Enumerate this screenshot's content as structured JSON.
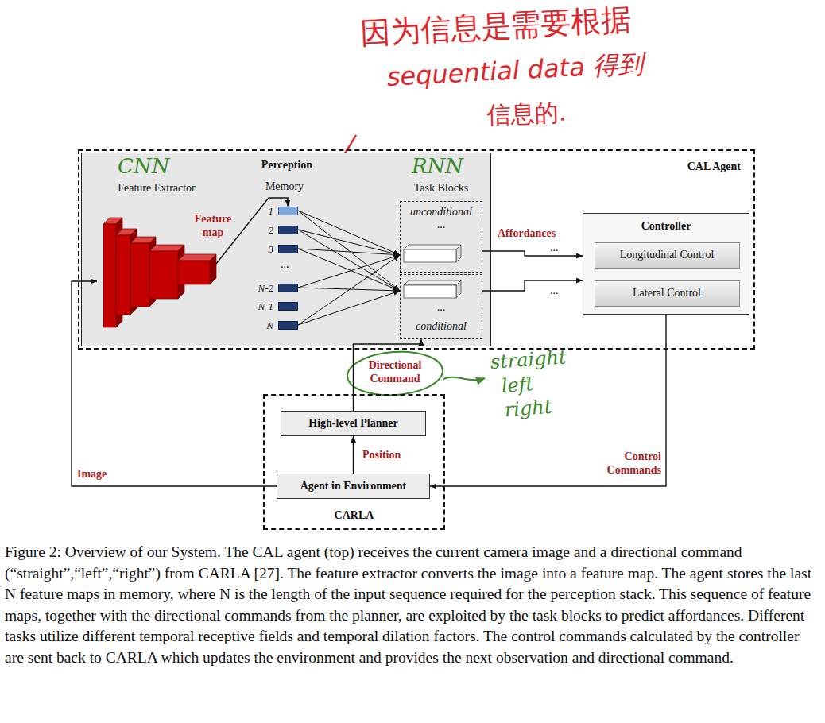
{
  "diagram": {
    "caption": "Figure 2: Overview of our System. The CAL agent (top) receives the current camera image and a directional command (“straight”,“left”,“right”) from CARLA [27]. The feature extractor converts the image into a feature map. The agent stores the last N feature maps in memory, where N is the length of the input sequence required for the perception stack. This sequence of feature maps, together with the directional commands from the planner, are exploited by the task blocks to predict affordances. Different tasks utilize different temporal receptive fields and temporal dilation factors. The control commands calculated by the controller are sent back to CARLA which updates the environment and provides the next observation and directional command.",
    "nodes": [
      {
        "text": [
          "CAL Agent"
        ]
      },
      {
        "text": [
          "Perception"
        ],
        "in": 0
      },
      {
        "text": [
          "Feature Extractor"
        ],
        "in": 1
      },
      {
        "text": [
          "Memory"
        ],
        "in": 1
      },
      {
        "text": [
          "1"
        ],
        "in": 3
      },
      {
        "text": [
          "2"
        ],
        "in": 3
      },
      {
        "text": [
          "3"
        ],
        "in": 3
      },
      {
        "text": [
          "N-2"
        ],
        "in": 3
      },
      {
        "text": [
          "N-1"
        ],
        "in": 3
      },
      {
        "text": [
          "N"
        ],
        "in": 3
      },
      {
        "text": [
          "Task Blocks"
        ],
        "in": 1
      },
      {
        "text": [
          "unconditional",
          "..."
        ],
        "in": 10
      },
      {
        "text": [
          "...",
          "conditional"
        ],
        "in": 10
      },
      {
        "text": [
          "Controller"
        ],
        "in": 0
      },
      {
        "text": [
          "Longitudinal Control"
        ],
        "in": 13
      },
      {
        "text": [
          "Lateral Control"
        ],
        "in": 13
      },
      {
        "text": [
          "CARLA"
        ]
      },
      {
        "text": [
          "High-level Planner"
        ],
        "in": 16
      },
      {
        "text": [
          "Agent in Environment"
        ],
        "in": 16
      }
    ],
    "edges": [
      {
        "from": 2,
        "to": 4,
        "label": "Feature map",
        "arrow": "to"
      },
      {
        "from": 4,
        "to": 11,
        "arrow": "to"
      },
      {
        "from": 4,
        "to": 12,
        "arrow": "to"
      },
      {
        "from": 5,
        "to": 11,
        "arrow": "to"
      },
      {
        "from": 5,
        "to": 12,
        "arrow": "to"
      },
      {
        "from": 6,
        "to": 11,
        "arrow": "to"
      },
      {
        "from": 6,
        "to": 12,
        "arrow": "to"
      },
      {
        "from": 7,
        "to": 11,
        "arrow": "to"
      },
      {
        "from": 7,
        "to": 12,
        "arrow": "to"
      },
      {
        "from": 9,
        "to": 11,
        "arrow": "to"
      },
      {
        "from": 9,
        "to": 12,
        "arrow": "to"
      },
      {
        "from": 11,
        "to": 13,
        "arrow": "to"
      },
      {
        "from": 12,
        "to": 13,
        "arrow": "to"
      },
      {
        "from": 17,
        "to": 12,
        "label": "Directional Command",
        "arrow": "to"
      },
      {
        "from": 18,
        "to": 17,
        "label": "Position",
        "arrow": "to"
      },
      {
        "from": 18,
        "to": 2,
        "label": "Image",
        "arrow": "to"
      },
      {
        "from": 13,
        "to": 18,
        "label": "Control Commands",
        "arrow": "to"
      }
    ],
    "labels": [
      "...",
      "Affordances",
      "...",
      "...",
      "CNN",
      "RNN",
      "因为信息是需要根据",
      "sequential data 得到",
      "信息的.",
      "straight",
      "left",
      "right"
    ]
  }
}
